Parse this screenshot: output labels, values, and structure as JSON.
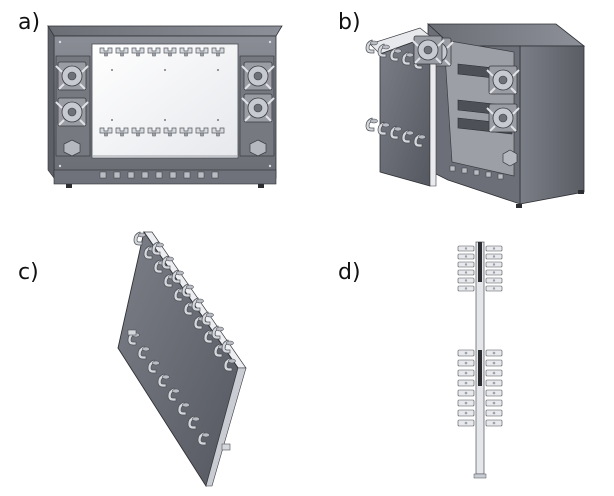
{
  "panels": [
    {
      "id": "a",
      "label": "a)"
    },
    {
      "id": "b",
      "label": "b)"
    },
    {
      "id": "c",
      "label": "c)"
    },
    {
      "id": "d",
      "label": "d)"
    }
  ],
  "colors": {
    "housing_dark": "#5c5f66",
    "housing_mid": "#7d8088",
    "housing_light": "#a7aab1",
    "panel_white": "#f4f5f7",
    "steel": "#c9ccd2",
    "edge": "#2f3136"
  }
}
